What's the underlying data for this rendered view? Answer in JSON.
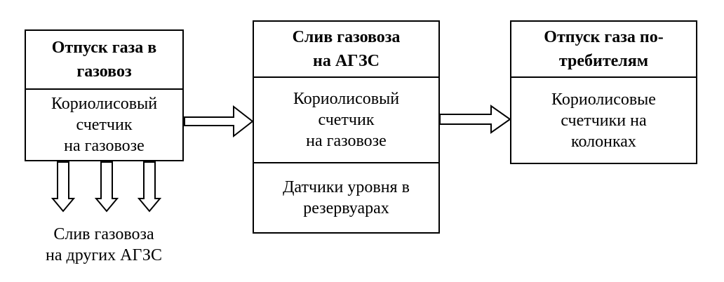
{
  "blocks": [
    {
      "title": "Отпуск газа в\nгазовоз",
      "sections": [
        "Кориолисовый\nсчетчик\nна газовозе"
      ]
    },
    {
      "title": "Слив газовоза\nна АГЗС",
      "sections": [
        "Кориолисовый\nсчетчик\nна газовозе",
        "Датчики уровня в\nрезервуарах"
      ]
    },
    {
      "title": "Отпуск газа по-\nтребителям",
      "sections": [
        "Кориолисовые\nсчетчики на\nколонках"
      ]
    }
  ],
  "bottom_label": "Слив газовоза\nна других АГЗС"
}
